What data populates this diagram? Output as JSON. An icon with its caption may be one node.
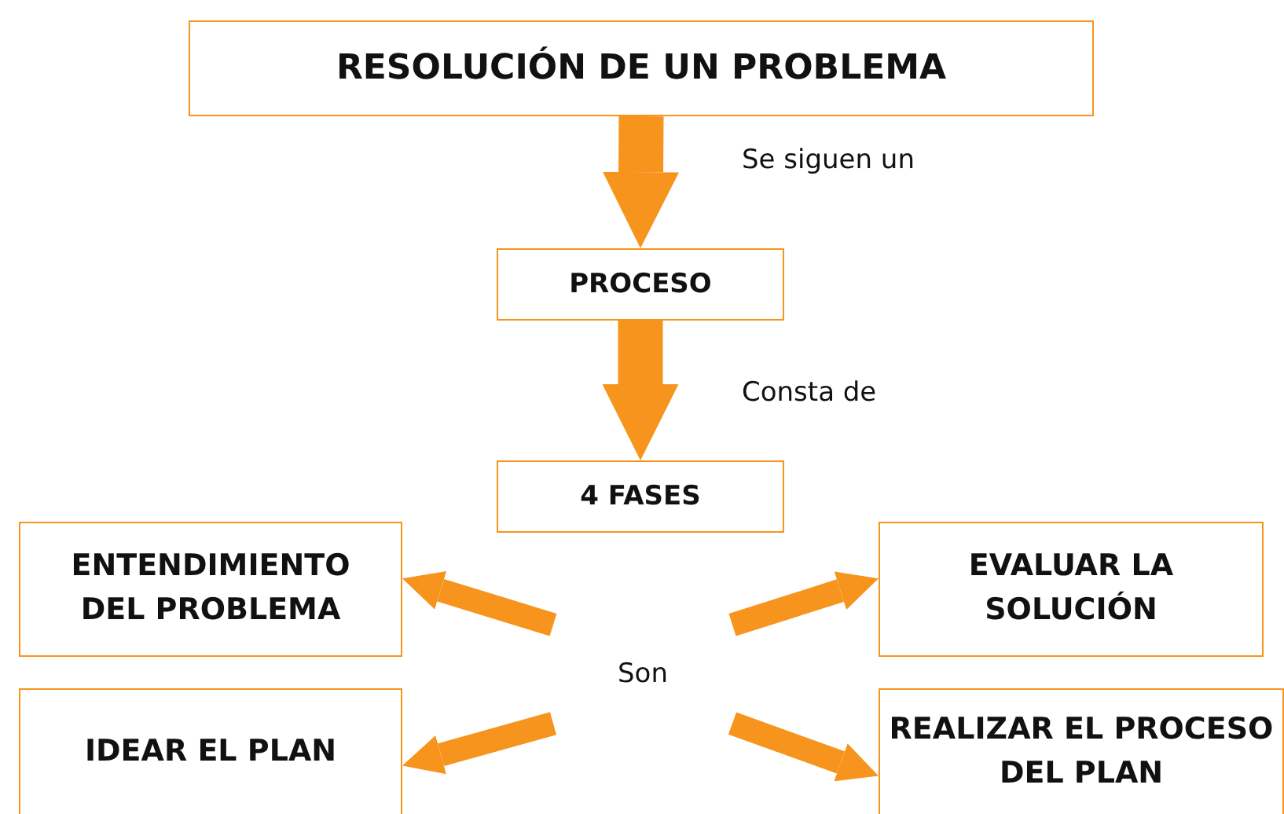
{
  "diagram": {
    "nodes": [
      {
        "text": [
          "RESOLUCIÓN DE UN PROBLEMA"
        ]
      },
      {
        "text": [
          "PROCESO"
        ]
      },
      {
        "text": [
          "4 FASES"
        ]
      },
      {
        "text": [
          "Son"
        ]
      },
      {
        "text": [
          "ENTENDIMIENTO DEL PROBLEMA"
        ]
      },
      {
        "text": [
          "EVALUAR LA SOLUCIÓN"
        ]
      },
      {
        "text": [
          "IDEAR EL PLAN"
        ]
      },
      {
        "text": [
          "REALIZAR EL PROCESO DEL PLAN"
        ]
      }
    ],
    "edges": [
      {
        "from": 0,
        "to": 1,
        "arrow": "to",
        "label": "Se siguen un",
        "style": "thick"
      },
      {
        "from": 1,
        "to": 2,
        "arrow": "to",
        "label": "Consta de",
        "style": "thick"
      },
      {
        "from": 3,
        "to": 4,
        "arrow": "to"
      },
      {
        "from": 3,
        "to": 5,
        "arrow": "to"
      },
      {
        "from": 3,
        "to": 6,
        "arrow": "to"
      },
      {
        "from": 3,
        "to": 7,
        "arrow": "to"
      }
    ]
  }
}
